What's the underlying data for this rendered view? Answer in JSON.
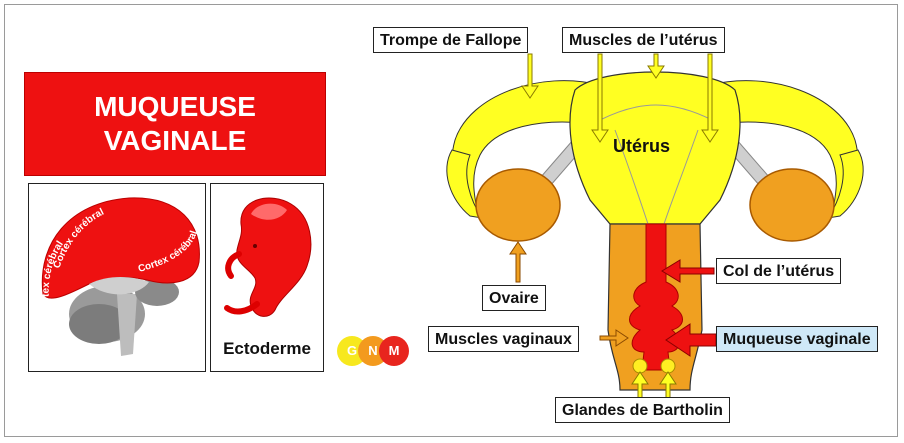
{
  "title": "MUQUEUSE\nVAGINALE",
  "brain_panel": {
    "cortex_labels": [
      "Cortex cérébral",
      "Cortex cérébral",
      "Cortex cérébral"
    ]
  },
  "embryo_panel": {
    "label": "Ectoderme"
  },
  "logo": {
    "letters": [
      "G",
      "N",
      "M"
    ]
  },
  "labels": {
    "fallope": "Trompe de Fallope",
    "muscles_uterus": "Muscles de l’utérus",
    "uterus": "Utérus",
    "col": "Col de l’utérus",
    "ovaire": "Ovaire",
    "muscles_vaginaux": "Muscles vaginaux",
    "muqueuse_vaginale": "Muqueuse vaginale",
    "glandes": "Glandes de Bartholin"
  },
  "colors": {
    "red": "#ee1111",
    "yellow": "#ffff22",
    "orange": "#f0a020",
    "highlight": "#cfe8f7"
  }
}
